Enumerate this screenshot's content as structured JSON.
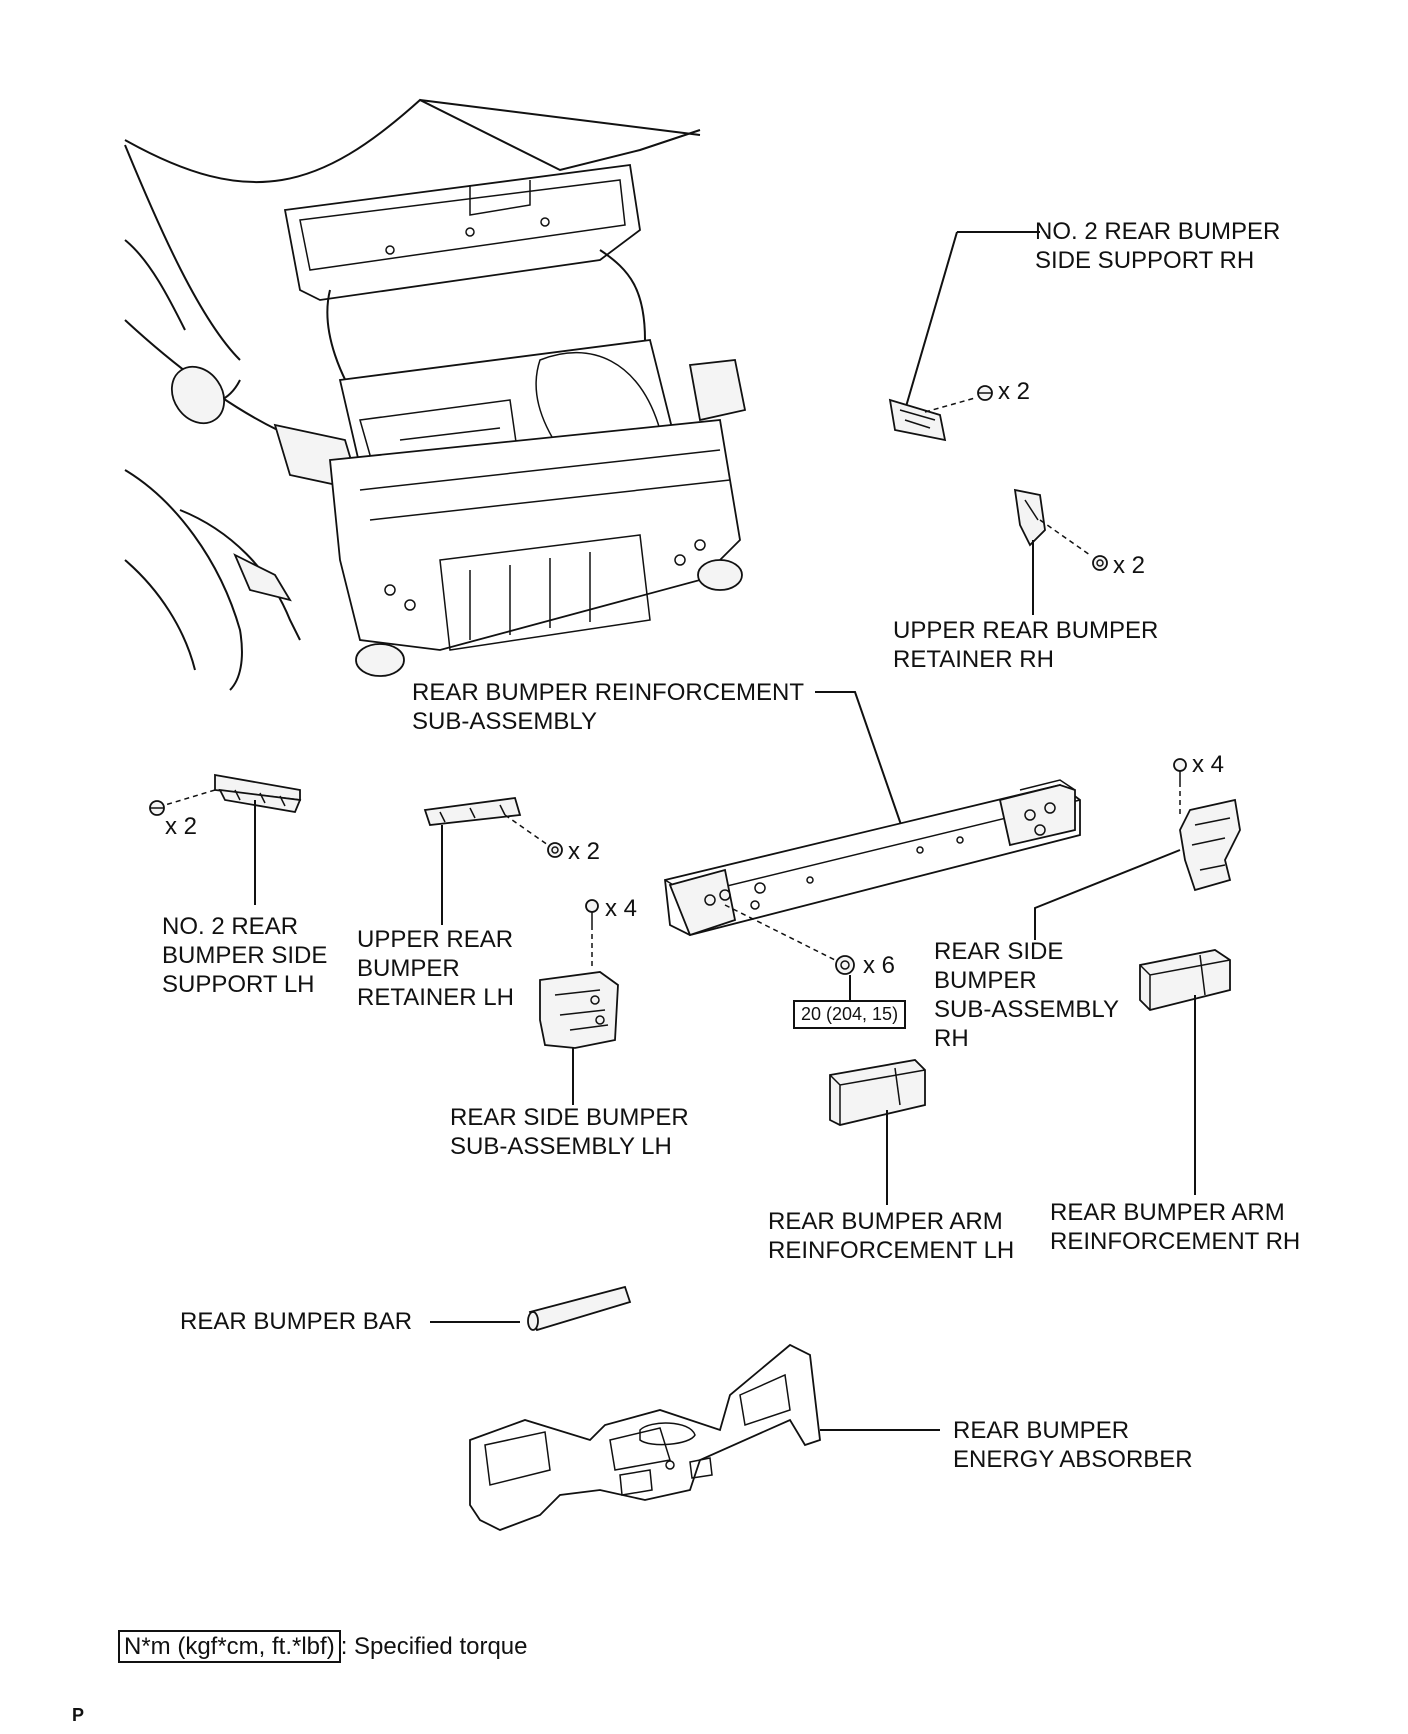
{
  "labels": {
    "no2_side_support_rh": [
      "NO. 2 REAR BUMPER",
      "SIDE SUPPORT RH"
    ],
    "upper_retainer_rh": [
      "UPPER REAR BUMPER",
      "RETAINER RH"
    ],
    "reinforcement_sub": [
      "REAR BUMPER REINFORCEMENT",
      "SUB-ASSEMBLY"
    ],
    "no2_side_support_lh": [
      "NO. 2 REAR",
      "BUMPER SIDE",
      "SUPPORT LH"
    ],
    "upper_retainer_lh": [
      "UPPER REAR",
      "BUMPER",
      "RETAINER LH"
    ],
    "side_bumper_rh": [
      "REAR SIDE",
      "BUMPER",
      "SUB-ASSEMBLY",
      "RH"
    ],
    "side_bumper_lh": [
      "REAR SIDE BUMPER",
      "SUB-ASSEMBLY LH"
    ],
    "arm_reinf_lh": [
      "REAR BUMPER ARM",
      "REINFORCEMENT LH"
    ],
    "arm_reinf_rh": [
      "REAR BUMPER ARM",
      "REINFORCEMENT RH"
    ],
    "bumper_bar": [
      "REAR BUMPER BAR"
    ],
    "energy_absorber": [
      "REAR BUMPER",
      "ENERGY ABSORBER"
    ]
  },
  "quantities": {
    "support_rh_bolts": "x 2",
    "retainer_rh_bolts": "x 2",
    "support_lh_bolts": "x 2",
    "retainer_lh_bolts": "x 2",
    "side_lh_bolts": "x 4",
    "side_rh_bolts": "x 4",
    "reinforcement_bolts": "x 6"
  },
  "torque": {
    "value": "20 (204, 15)"
  },
  "legend": {
    "unit_box": "N*m (kgf*cm, ft.*lbf)",
    "text": ": Specified torque"
  },
  "page_mark": "P"
}
